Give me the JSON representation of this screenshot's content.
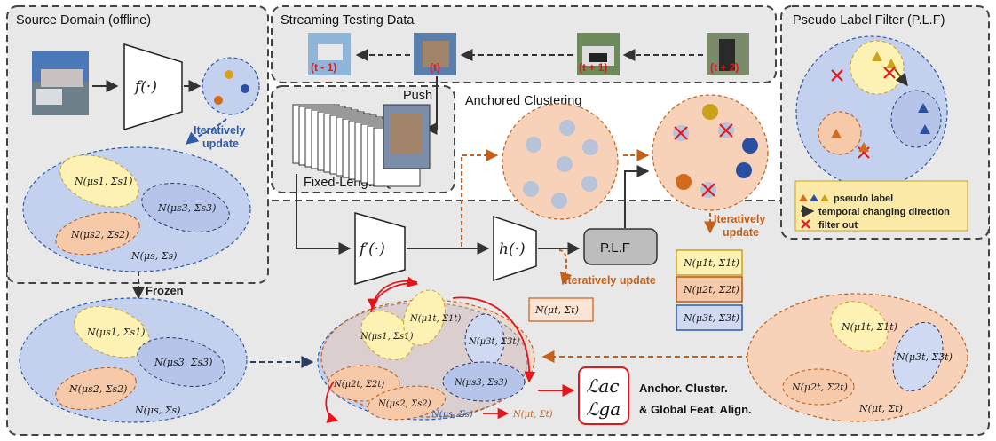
{
  "panels": {
    "source_domain": "Source Domain (offline)",
    "streaming": "Streaming Testing Data",
    "plf_title": "Pseudo Label Filter (P.L.F)",
    "anchored": "Anchored Clustering",
    "queue": "Fixed-Length Queue",
    "push": "Push"
  },
  "functions": {
    "f": "f(·)",
    "fprime": "f′(·)",
    "h": "h(·)",
    "plf_box": "P.L.F"
  },
  "frames": [
    "(t - 1)",
    "(t)",
    "(t + 1)",
    "(t + 2)"
  ],
  "labels": {
    "iter_update_blue": [
      "Iteratively",
      "update"
    ],
    "iter_update_orange_right": [
      "Iteratively",
      "update"
    ],
    "iter_update_orange_mid": "Iteratively update",
    "frozen": "Frozen",
    "align_line1": "Anchor. Cluster.",
    "align_line2": "& Global Feat. Align."
  },
  "gaussians": {
    "source": [
      "N(μs1, Σs1)",
      "N(μs3, Σs3)",
      "N(μs2, Σs2)",
      "N(μs, Σs)"
    ],
    "target": [
      "N(μ1t, Σ1t)",
      "N(μ2t, Σ2t)",
      "N(μ3t, Σ3t)",
      "N(μt, Σt)"
    ],
    "global_target": "N(μt, Σt)"
  },
  "losses": [
    "ℒac",
    "ℒga"
  ],
  "legend": {
    "pseudo_label": "pseudo label",
    "temporal": "temporal changing direction",
    "filter_out": "filter out"
  },
  "colors": {
    "yellow": "#fdf2b4",
    "orange": "#f6c9a9",
    "blue": "#b9c9ea",
    "red": "#e8141b",
    "orange_arrow": "#c4601a",
    "blue_arrow": "#2e5aa6"
  }
}
